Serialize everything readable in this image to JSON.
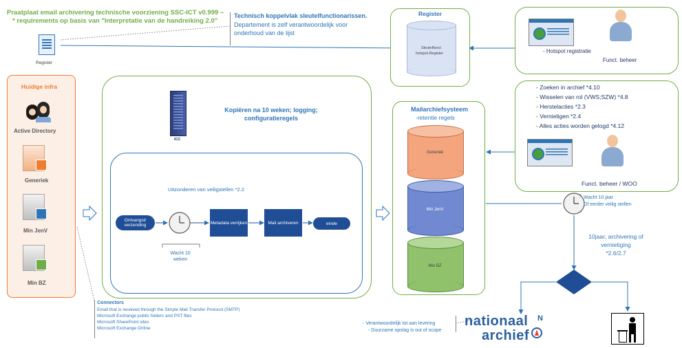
{
  "header": {
    "title_line1": "Praatplaat email archivering technische voorziening SSC-ICT v0.999 –",
    "title_line2": "* requirements op basis van \"Interpretatie van de handreiking 2.0\""
  },
  "register_doc": {
    "label": "Register"
  },
  "callout": {
    "title": "Technisch koppelvlak sleutelfunctionarissen.",
    "line2": "Departement is zelf verantwoordelijk voor",
    "line3": "onderhoud van de lijst"
  },
  "register_box": {
    "title": "Register",
    "db_line1": "Sleutelfunct",
    "db_line2": "hotspot Register"
  },
  "hotspot_box": {
    "item": "- Hotspot registratie",
    "person": "Funct. beheer"
  },
  "woo_box": {
    "items": [
      "- Zoeken in archief *4.10",
      "- Wisselen van rol (VWS;SZW) *4.8",
      "- Herstelacties *2.3",
      "- Vernietigen *2.4",
      "- Alles acties worden gelogd *4.12"
    ],
    "person": "Funct. beheer / WOO"
  },
  "infra": {
    "title": "Huidige infra",
    "items": [
      "Active Directory",
      "Generiek",
      "Min JenV",
      "Min BZ"
    ]
  },
  "main": {
    "icc_label": "ICC",
    "heading_line1": "Kopiëren na 10 weken; logging;",
    "heading_line2": "configuratieregels",
    "exclude": "Uitzonderen van veiligstellen *2.2",
    "flow": {
      "received": "Ontvangst/ verzending",
      "wait_line1": "Wacht 10",
      "wait_line2": "weken",
      "metadata": "Metadata verrijken",
      "archive": "Mail archiveren",
      "end": "einde"
    }
  },
  "archive_system": {
    "title": "Mailarchiefsysteem",
    "subtitle": "-retentie regels",
    "dbs": [
      "Generiek",
      "Min JenV",
      "Min BZ"
    ]
  },
  "wait_right": {
    "line1": "Wacht 10 jaar",
    "line2": "Of eerder veilig stellen"
  },
  "archiving": {
    "line1": "10jaar; archivering of",
    "line2": "vernietiging",
    "line3": "*2.6/2.7"
  },
  "connectors": {
    "title": "Connectors",
    "items": [
      "Email that is received through the Simple Mail Transfer Protocol (SMTP)",
      "Microsoft Exchange public folders and PST files",
      "Microsoft SharePoint sites",
      "Microsoft Exchange Online"
    ]
  },
  "na_notes": {
    "line1": "- Verantwoordelijk tot aan levering",
    "line2": "- Duurzame opslag is out of scope"
  },
  "na_logo": {
    "line1": "nationaal",
    "line2": "archief",
    "mark": "N"
  },
  "colors": {
    "green": "#70ad47",
    "blue": "#2e75b6",
    "navy": "#1f4e96",
    "orange_db": "#f4b183",
    "blue_db": "#8faadc",
    "green_db": "#a9d18e"
  }
}
